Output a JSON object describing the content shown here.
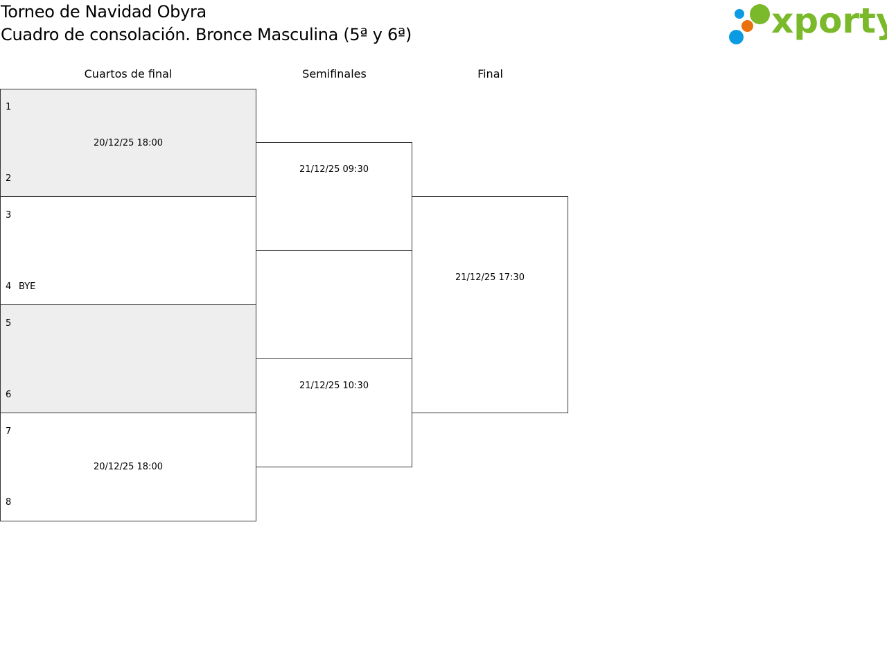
{
  "header": {
    "title_line1": "Torneo de Navidad Obyra",
    "title_line2": "Cuadro de consolación. Bronce Masculina (5ª y 6ª)"
  },
  "logo": {
    "word": "xporty",
    "colors": {
      "green": "#7ab929",
      "blue": "#0a9be3",
      "orange": "#e8730e"
    }
  },
  "columns": [
    "Cuartos de final",
    "Semifinales",
    "Final"
  ],
  "quarterfinals": [
    {
      "seed_top": "1",
      "seed_bottom": "2",
      "team_top": "",
      "team_bottom": "",
      "date": "20/12/25 18:00",
      "shaded": true
    },
    {
      "seed_top": "3",
      "seed_bottom": "4",
      "team_top": "",
      "team_bottom": "BYE",
      "date": "",
      "shaded": false
    },
    {
      "seed_top": "5",
      "seed_bottom": "6",
      "team_top": "",
      "team_bottom": "",
      "date": "",
      "shaded": true
    },
    {
      "seed_top": "7",
      "seed_bottom": "8",
      "team_top": "",
      "team_bottom": "",
      "date": "20/12/25 18:00",
      "shaded": false
    }
  ],
  "semifinals": [
    {
      "date": "21/12/25 09:30"
    },
    {
      "date": "21/12/25 10:30"
    }
  ],
  "final": {
    "date": "21/12/25 17:30"
  }
}
